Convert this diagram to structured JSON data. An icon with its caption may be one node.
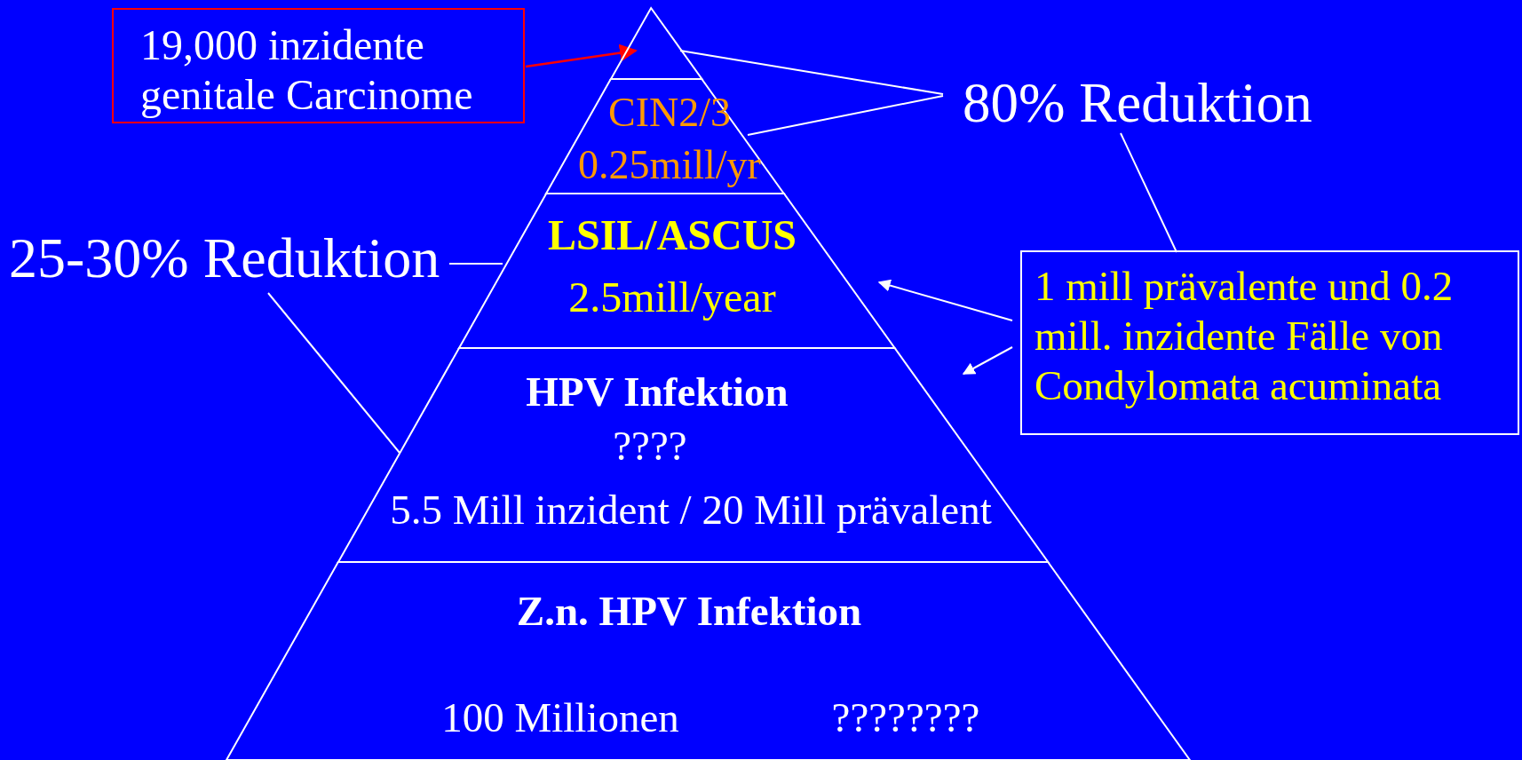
{
  "diagram": {
    "nodes": [
      {
        "text": [
          "19,000 inzidente genitale Carcinome"
        ]
      },
      {
        "text": [],
        "shape": "triangle"
      },
      {
        "text": [
          "CIN2/3",
          "0.25mill/yr"
        ]
      },
      {
        "text": [
          "LSIL/ASCUS",
          "2.5mill/year"
        ]
      },
      {
        "text": [
          "HPV Infektion",
          "????",
          "5.5 Mill inzident / 20 Mill prävalent"
        ]
      },
      {
        "text": [
          "Z.n. HPV Infektion",
          "100 Millionen",
          "????????"
        ]
      },
      {
        "text": [
          "80% Reduktion"
        ]
      },
      {
        "text": [
          "25-30% Reduktion"
        ]
      },
      {
        "text": [
          "1 mill prävalente und 0.2 mill. inzidente Fälle von Condylomata acuminata"
        ]
      }
    ],
    "edges": [
      {
        "from": 0,
        "to": 1,
        "arrow": "to",
        "color": "#ff0000"
      },
      {
        "from": 6,
        "to": 1,
        "arrow": "none"
      },
      {
        "from": 6,
        "to": 2,
        "arrow": "none"
      },
      {
        "from": 6,
        "to": 8,
        "arrow": "none"
      },
      {
        "from": 7,
        "to": 3,
        "arrow": "none"
      },
      {
        "from": 7,
        "to": 4,
        "arrow": "none"
      },
      {
        "from": 8,
        "to": 3,
        "arrow": "to"
      },
      {
        "from": 8,
        "to": 4,
        "arrow": "to"
      }
    ]
  }
}
